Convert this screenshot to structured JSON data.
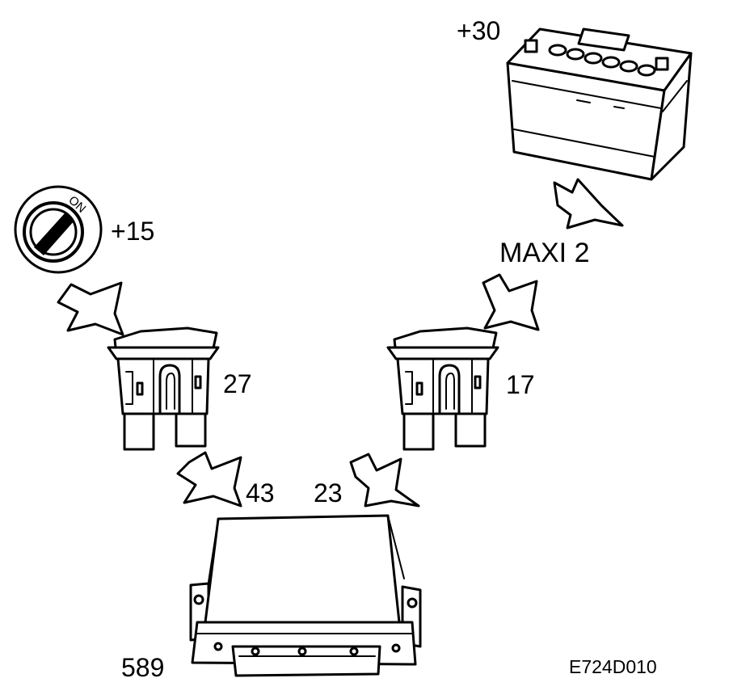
{
  "diagram": {
    "battery": {
      "terminal_label": "+30"
    },
    "ignition_switch": {
      "position_text": "ON",
      "terminal_label": "+15"
    },
    "maxi_fuse": {
      "label": "MAXI 2"
    },
    "fuse_left": {
      "number": "27"
    },
    "fuse_right": {
      "number": "17"
    },
    "ecu": {
      "pin_left": "43",
      "pin_right": "23",
      "part_number": "589"
    },
    "figure_code": "E724D010"
  },
  "colors": {
    "line": "#000000",
    "background": "#ffffff"
  }
}
